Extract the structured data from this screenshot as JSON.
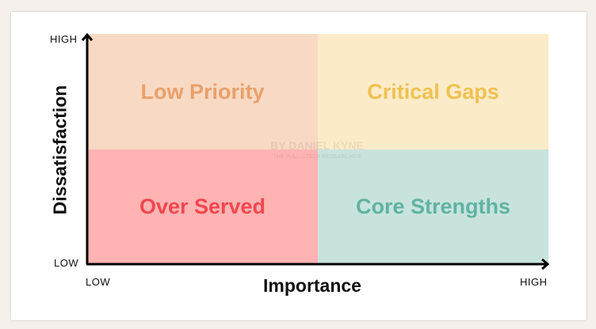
{
  "quadrants": {
    "top_left": {
      "label": "Low Priority",
      "bg": "#f8d9c3",
      "color": "#e9a06a"
    },
    "top_right": {
      "label": "Critical Gaps",
      "bg": "#fbebc8",
      "color": "#efc152"
    },
    "bottom_left": {
      "label": "Over Served",
      "bg": "#ffb3b3",
      "color": "#f0474f"
    },
    "bottom_right": {
      "label": "Core Strengths",
      "bg": "#c8e3de",
      "color": "#5fb3a1"
    }
  },
  "y_axis": {
    "title": "Dissatisfaction",
    "high": "HIGH",
    "low": "LOW"
  },
  "x_axis": {
    "title": "Importance",
    "high": "HIGH",
    "low": "LOW"
  },
  "watermark": {
    "line1": "BY DANIEL KYNE",
    "line2": "THE FULL-STACK RESEARCHER"
  }
}
